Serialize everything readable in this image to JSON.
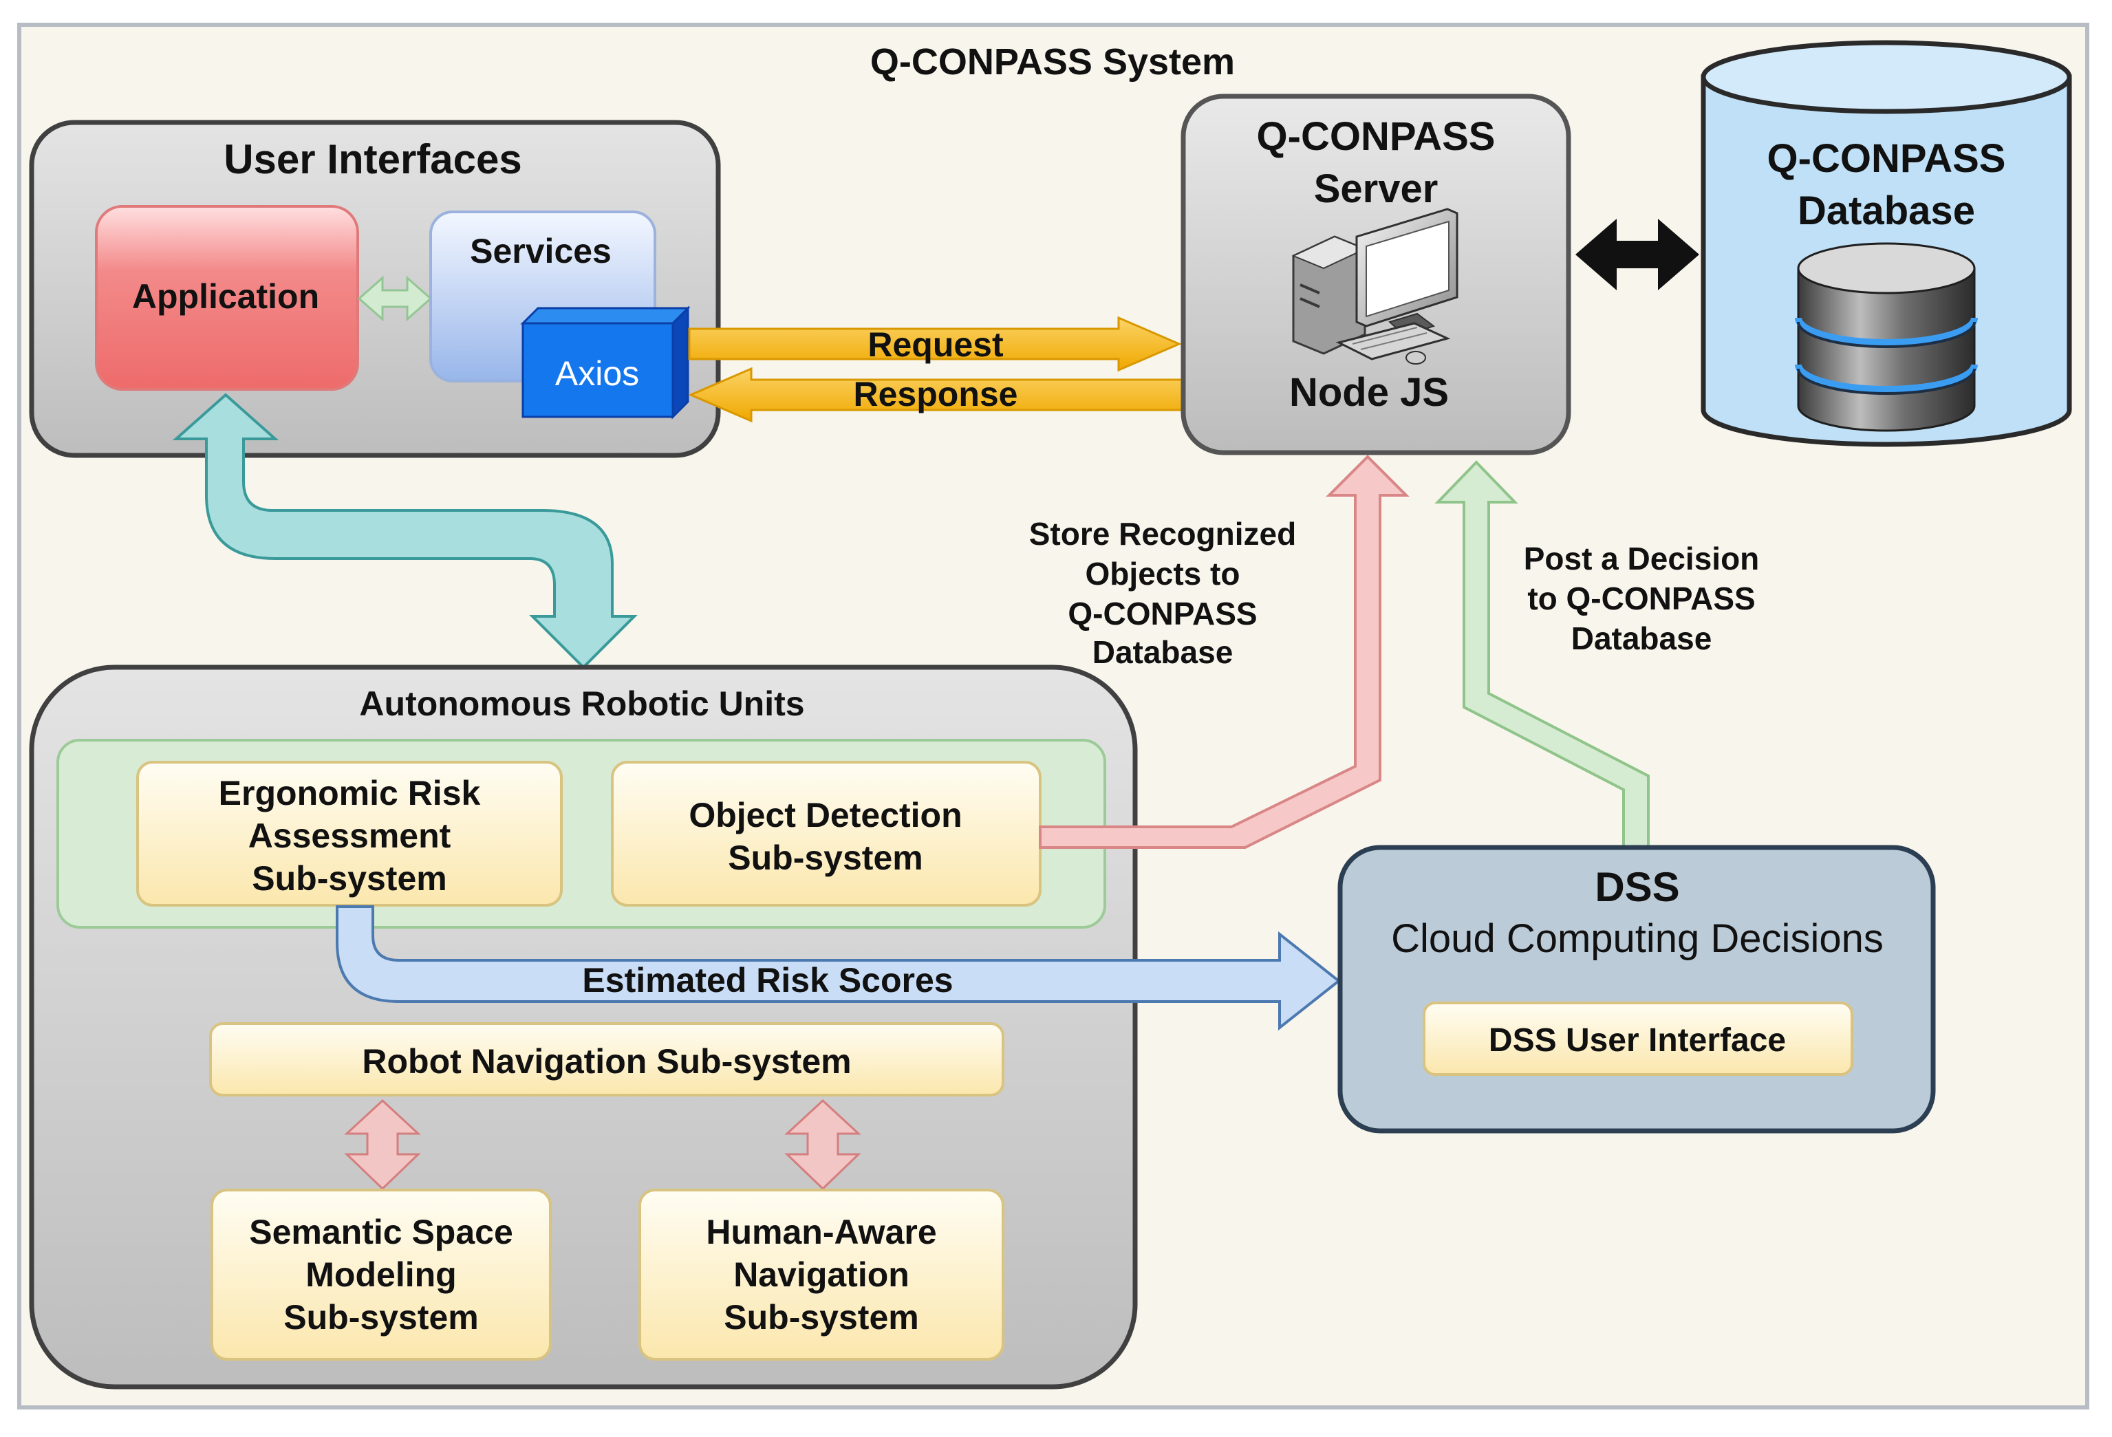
{
  "system_title": "Q-CONPASS System",
  "user_interfaces": {
    "title": "User Interfaces",
    "application": "Application",
    "services": "Services",
    "axios": "Axios"
  },
  "server": {
    "title_line1": "Q-CONPASS",
    "title_line2": "Server",
    "runtime": "Node JS"
  },
  "database": {
    "title_line1": "Q-CONPASS",
    "title_line2": "Database"
  },
  "arrows": {
    "request": "Request",
    "response": "Response",
    "store_line1": "Store Recognized",
    "store_line2": "Objects to",
    "store_line3": "Q-CONPASS",
    "store_line4": "Database",
    "post_line1": "Post a Decision",
    "post_line2": "to Q-CONPASS",
    "post_line3": "Database",
    "risk_scores": "Estimated Risk Scores"
  },
  "robotic_units": {
    "title": "Autonomous Robotic Units",
    "ergonomic_line1": "Ergonomic Risk",
    "ergonomic_line2": "Assessment",
    "ergonomic_line3": "Sub-system",
    "object_line1": "Object Detection",
    "object_line2": "Sub-system",
    "navigation": "Robot Navigation Sub-system",
    "semantic_line1": "Semantic Space",
    "semantic_line2": "Modeling",
    "semantic_line3": "Sub-system",
    "human_line1": "Human-Aware",
    "human_line2": "Navigation",
    "human_line3": "Sub-system"
  },
  "dss": {
    "title": "DSS",
    "subtitle": "Cloud Computing Decisions",
    "user_interface": "DSS User Interface"
  },
  "colors": {
    "background": "#f8f5ec",
    "panel_gray": "#cfcfcf",
    "application_red": "#f07575",
    "services_blue": "#b9cdee",
    "axios_blue": "#1a73e8",
    "request_orange": "#f6b21f",
    "sub_yellow": "#fdf1c8",
    "green_panel": "#d8ebd4",
    "dss_blue": "#bccbd8",
    "db_blue": "#bfe0f6"
  }
}
